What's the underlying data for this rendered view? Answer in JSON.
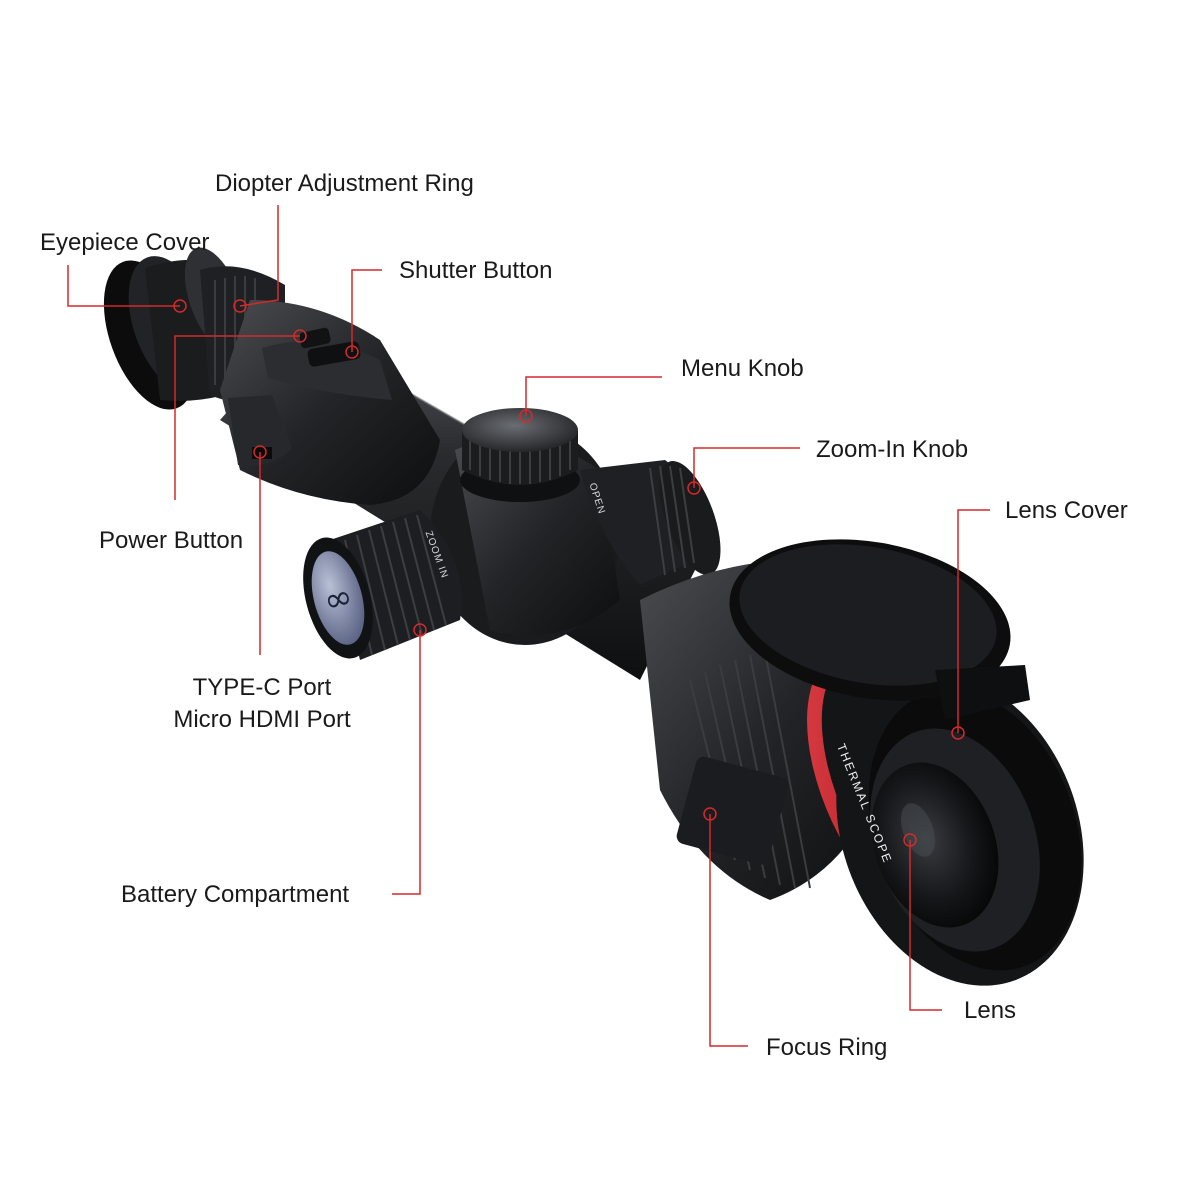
{
  "labels": {
    "diopter_adjustment_ring": "Diopter Adjustment Ring",
    "eyepiece_cover": "Eyepiece Cover",
    "shutter_button": "Shutter Button",
    "menu_knob": "Menu Knob",
    "zoom_in_knob": "Zoom-In Knob",
    "lens_cover": "Lens Cover",
    "power_button": "Power Button",
    "type_c_port": "TYPE-C Port",
    "micro_hdmi_port": "Micro HDMI Port",
    "battery_compartment": "Battery Compartment",
    "lens": "Lens",
    "focus_ring": "Focus Ring"
  },
  "engravings": {
    "zoom_in": "ZOOM IN",
    "open": "OPEN",
    "thermal_scope": "THERMAL SCOPE"
  },
  "colors": {
    "callout": "#d42a2a",
    "body": "#1e1f21",
    "accent_ring": "#c2272d"
  }
}
